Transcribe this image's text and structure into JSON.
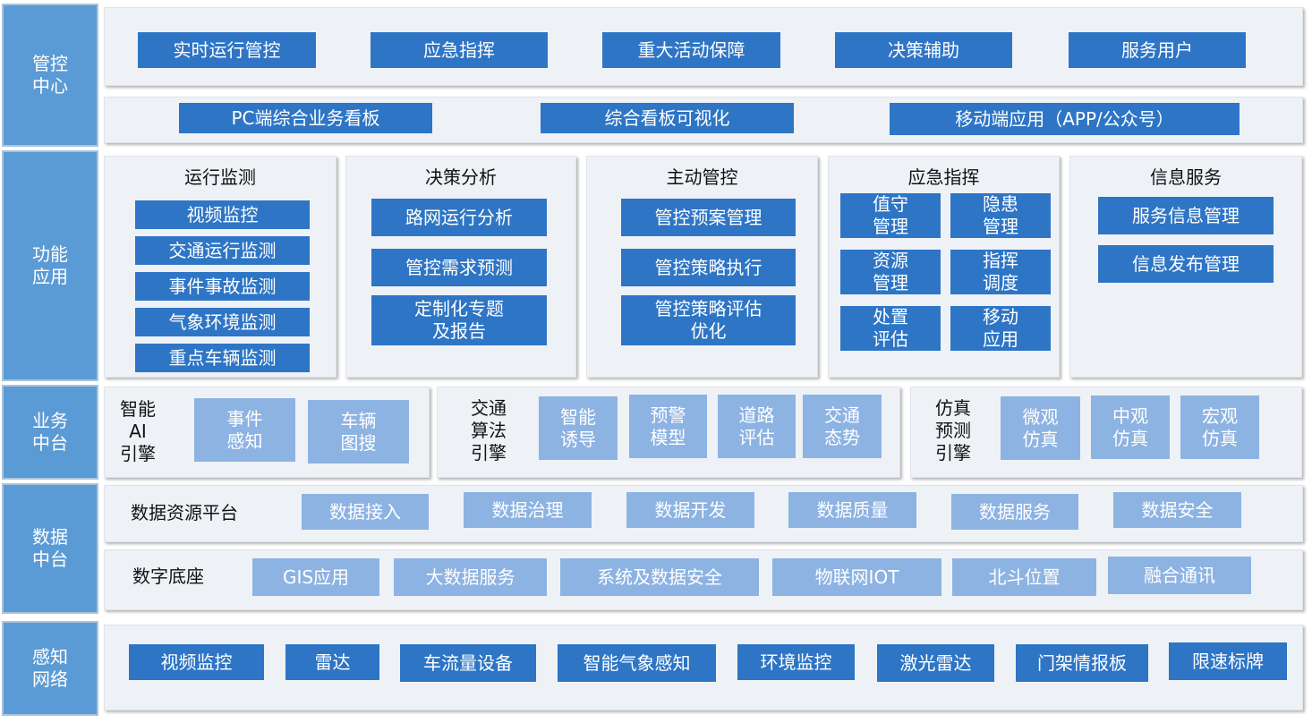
{
  "sidebar": {
    "mgmt": "管控\n中心",
    "func": "功能\n应用",
    "biz": "业务\n中台",
    "data": "数据\n中台",
    "sense": "感知\n网络"
  },
  "mgmt": {
    "row1": [
      "实时运行管控",
      "应急指挥",
      "重大活动保障",
      "决策辅助",
      "服务用户"
    ],
    "row2": [
      "PC端综合业务看板",
      "综合看板可视化",
      "移动端应用（APP/公众号）"
    ]
  },
  "func": {
    "monitor": {
      "title": "运行监测",
      "items": [
        "视频监控",
        "交通运行监测",
        "事件事故监测",
        "气象环境监测",
        "重点车辆监测"
      ]
    },
    "decision": {
      "title": "决策分析",
      "items": [
        "路网运行分析",
        "管控需求预测",
        "定制化专题\n及报告"
      ]
    },
    "active": {
      "title": "主动管控",
      "items": [
        "管控预案管理",
        "管控策略执行",
        "管控策略评估\n优化"
      ]
    },
    "emergency": {
      "title": "应急指挥",
      "items": [
        "值守\n管理",
        "隐患\n管理",
        "资源\n管理",
        "指挥\n调度",
        "处置\n评估",
        "移动\n应用"
      ]
    },
    "info": {
      "title": "信息服务",
      "items": [
        "服务信息管理",
        "信息发布管理"
      ]
    }
  },
  "biz": {
    "ai": {
      "label": "智能\nAI\n引擎",
      "items": [
        "事件\n感知",
        "车辆\n图搜"
      ]
    },
    "traffic": {
      "label": "交通\n算法\n引擎",
      "items": [
        "智能\n诱导",
        "预警\n模型",
        "道路\n评估",
        "交通\n态势"
      ]
    },
    "sim": {
      "label": "仿真\n预测\n引擎",
      "items": [
        "微观\n仿真",
        "中观\n仿真",
        "宏观\n仿真"
      ]
    }
  },
  "data": {
    "resource": {
      "label": "数据资源平台",
      "items": [
        "数据接入",
        "数据治理",
        "数据开发",
        "数据质量",
        "数据服务",
        "数据安全"
      ]
    },
    "base": {
      "label": "数字底座",
      "items": [
        "GIS应用",
        "大数据服务",
        "系统及数据安全",
        "物联网IOT",
        "北斗位置",
        "融合通讯"
      ]
    }
  },
  "sense": {
    "items": [
      "视频监控",
      "雷达",
      "车流量设备",
      "智能气象感知",
      "环境监控",
      "激光雷达",
      "门架情报板",
      "限速标牌"
    ]
  }
}
